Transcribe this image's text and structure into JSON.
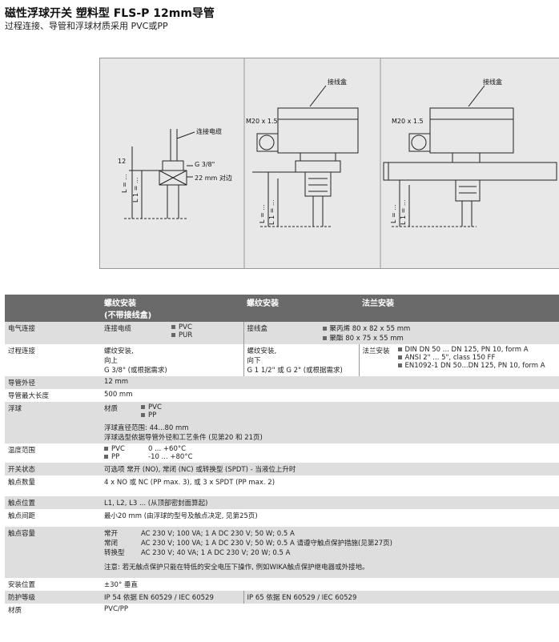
{
  "header": {
    "title": "磁性浮球开关 塑料型 FLS-P 12mm导管",
    "subtitle": "过程连接、导管和浮球材质采用 PVC或PP"
  },
  "figure": {
    "left": {
      "cable": "连接电缆",
      "thread": "G 3/8\"",
      "flat": "22 mm 对边",
      "dim12": "12",
      "l": "L = ...",
      "l1": "L 1 = ..."
    },
    "middle": {
      "box": "接线盒",
      "m20": "M20 x 1.5",
      "l": "L = ...",
      "l1": "L 1 = ..."
    },
    "right": {
      "box": "接线盒",
      "m20": "M20 x 1.5",
      "l": "L = ...",
      "l1": "L 1 = ..."
    }
  },
  "table": {
    "headers": {
      "col1": "螺纹安装",
      "col1_sub": "(不带接线盒)",
      "col2": "螺纹安装",
      "col3": "法兰安装"
    },
    "electrical": {
      "label": "电气连接",
      "c1": "连接电缆",
      "c1_opts": [
        "PVC",
        "PUR"
      ],
      "c2": "接线盒",
      "c2_opts": [
        "聚丙烯 80 x 82 x 55 mm",
        "聚酯 80 x 75 x 55 mm"
      ]
    },
    "process": {
      "label": "过程连接",
      "c1": [
        "螺纹安装,",
        "向上",
        "G 3/8\" (或根据需求)"
      ],
      "c2": [
        "螺纹安装,",
        "向下",
        "G 1 1/2\" 或 G 2\" (或根据需求)"
      ],
      "c3": "法兰安装",
      "c3_opts": [
        "DIN DN 50 ... DN 125, PN 10, form A",
        "ANSI 2\" ... 5\", class 150 FF",
        "EN1092-1 DN 50...DN 125, PN 10, form A"
      ]
    },
    "od": {
      "label": "导管外径",
      "value": "12 mm"
    },
    "maxlen": {
      "label": "导管最大长度",
      "value": "500 mm"
    },
    "float": {
      "label": "浮球",
      "mat_label": "材质",
      "mat_opts": [
        "PVC",
        "PP"
      ],
      "dia": "浮球直径范围: 44...80 mm",
      "note": "浮球选型依据导管外径和工艺条件 (见第20 和 21页)"
    },
    "temp": {
      "label": "温度范围",
      "rows": [
        {
          "mat": "PVC",
          "range": "0 ... +60°C"
        },
        {
          "mat": "PP",
          "range": "-10 ... +80°C"
        }
      ]
    },
    "switch": {
      "label": "开关状态",
      "value": "可选项 常开 (NO), 常闭 (NC) 或转换型 (SPDT) - 当液位上升时"
    },
    "contacts": {
      "label": "触点数量",
      "value": "4 x NO 或 NC (PP max. 3), 或 3 x SPDT (PP max. 2)"
    },
    "position": {
      "label": "触点位置",
      "value": "L1, L2, L3 ... (从顶部密封面算起)"
    },
    "spacing": {
      "label": "触点间距",
      "value": "最小20 mm (由浮球的型号及触点决定, 见第25页)"
    },
    "rating": {
      "label": "触点容量",
      "rows": [
        {
          "type": "常开",
          "value": "AC 230 V; 100 VA; 1 A  DC 230 V; 50 W; 0.5 A"
        },
        {
          "type": "常闭",
          "value": "AC 230 V; 100 VA; 1 A  DC 230 V; 50 W; 0.5 A  请遵守触点保护措施(见第27页)"
        },
        {
          "type": "转换型",
          "value": "AC 230 V; 40 VA; 1 A  DC 230 V; 20 W; 0.5 A"
        }
      ],
      "note": "注意: 若无触点保护只能在特低的安全电压下操作, 例如WIKA触点保护继电器或外接地。"
    },
    "mount": {
      "label": "安装位置",
      "value": "±30° 垂直"
    },
    "ip": {
      "label": "防护等级",
      "c1": "IP 54 依据 EN 60529 / IEC 60529",
      "c2": "IP 65 依据 EN 60529 / IEC 60529"
    },
    "material": {
      "label": "材质",
      "value": "PVC/PP"
    }
  }
}
